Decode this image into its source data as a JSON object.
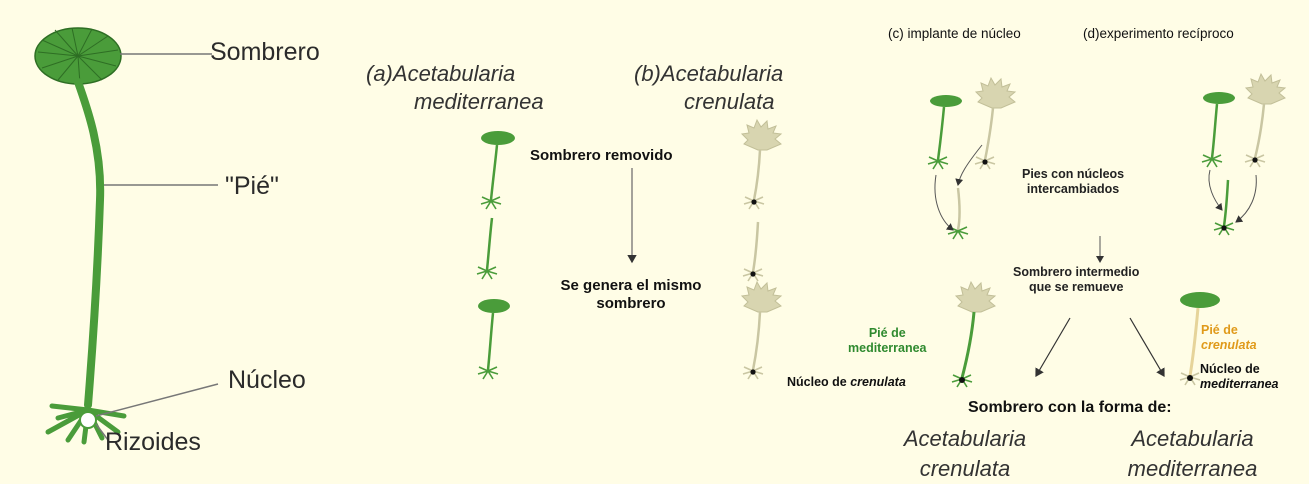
{
  "colors": {
    "background": "#fffde6",
    "plant_green": "#4a9c3a",
    "plant_pale": "#d8d5b0",
    "label_green": "#2f8a2f",
    "label_orange": "#e09a1a"
  },
  "anatomy": {
    "sombrero": "Sombrero",
    "pie": "\"Pié\"",
    "nucleo": "Núcleo",
    "rizoides": "Rizoides"
  },
  "panel_a": {
    "letter": "(a)",
    "line1": "Acetabularia",
    "line2": "mediterranea"
  },
  "panel_b": {
    "letter": "(b)",
    "line1": "Acetabularia",
    "line2": "crenulata"
  },
  "middle": {
    "removed": "Sombrero removido",
    "regenerate_1": "Se genera el mismo",
    "regenerate_2": "sombrero"
  },
  "right": {
    "header_c": "(c) implante de núcleo",
    "header_d": "(d)experimento recíproco",
    "swap_1": "Pies con núcleos",
    "swap_2": "intercambiados",
    "intermediate_1": "Sombrero intermedio",
    "intermediate_2": "que se remueve",
    "foot_med_1": "Pié de",
    "foot_med_2": "mediterranea",
    "foot_cren_1": "Pié de",
    "foot_cren_2": "crenulata",
    "nucleus_cren_prefix": "Núcleo de ",
    "nucleus_cren_name": "crenulata",
    "nucleus_med_1": "Núcleo de",
    "nucleus_med_2": "mediterranea",
    "result_title": "Sombrero con la forma de:",
    "result_left_1": "Acetabularia",
    "result_left_2": "crenulata",
    "result_right_1": "Acetabularia",
    "result_right_2": "mediterranea"
  }
}
